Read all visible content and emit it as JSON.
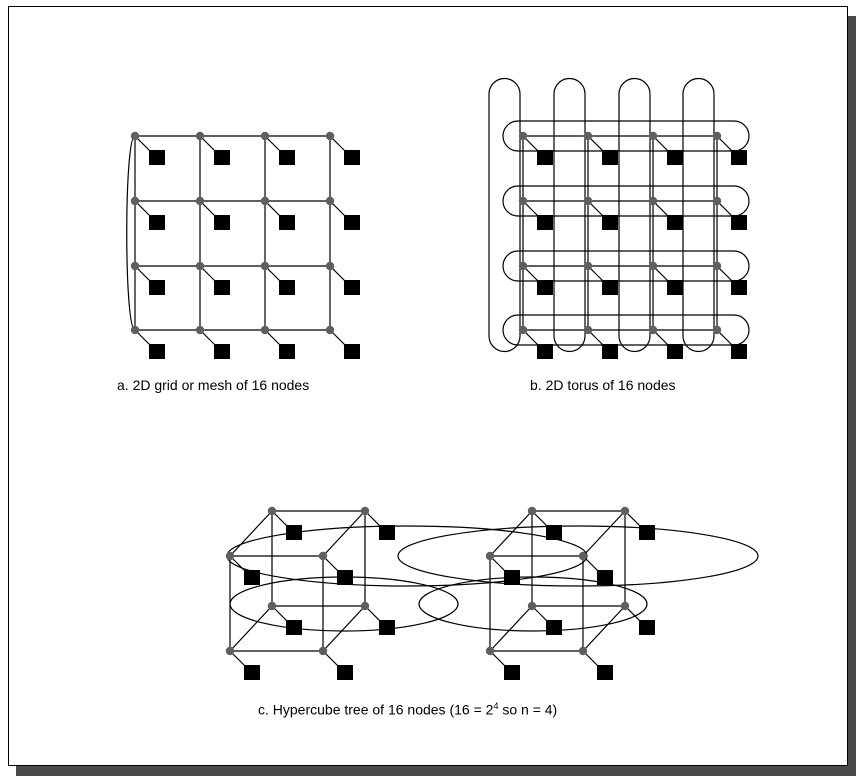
{
  "figure": {
    "panel_a": {
      "caption": "a. 2D grid or mesh of 16 nodes"
    },
    "panel_b": {
      "caption": "b. 2D torus of 16 nodes"
    },
    "panel_c": {
      "caption_prefix": "c. Hypercube tree of 16 nodes (16 = 2",
      "caption_exponent": "4",
      "caption_suffix": " so n = 4)"
    },
    "colors": {
      "node": "#5f5f5f",
      "processor": "#000000",
      "link": "#000000",
      "shadow": "#4a4a4a"
    }
  }
}
